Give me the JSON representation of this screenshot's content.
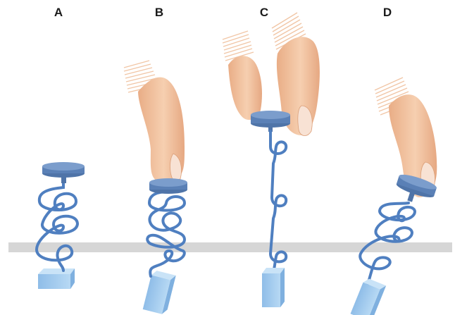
{
  "panels": [
    {
      "id": "A",
      "label": "A",
      "state": "relaxed spring, no finger"
    },
    {
      "id": "B",
      "label": "B",
      "state": "finger pressing down, compressed coil"
    },
    {
      "id": "C",
      "label": "C",
      "state": "fingers pulling up, stretched coil"
    },
    {
      "id": "D",
      "label": "D",
      "state": "finger pushing at an angle, tilted coil"
    }
  ],
  "colors": {
    "background": "#ffffff",
    "surface": "#d6d6d6",
    "cap_top": "#6c8fc0",
    "cap_side": "#4f74a8",
    "wire": "#4f7fc0",
    "wire_highlight": "#9cc0ea",
    "block_front": "#9ec9ee",
    "block_top": "#c9e3f7",
    "block_side": "#7fb0df",
    "skin": "#f2c29e",
    "skin_shadow": "#dca07a",
    "nail": "#f8e2d4"
  },
  "icons": [
    "finger-icon"
  ]
}
